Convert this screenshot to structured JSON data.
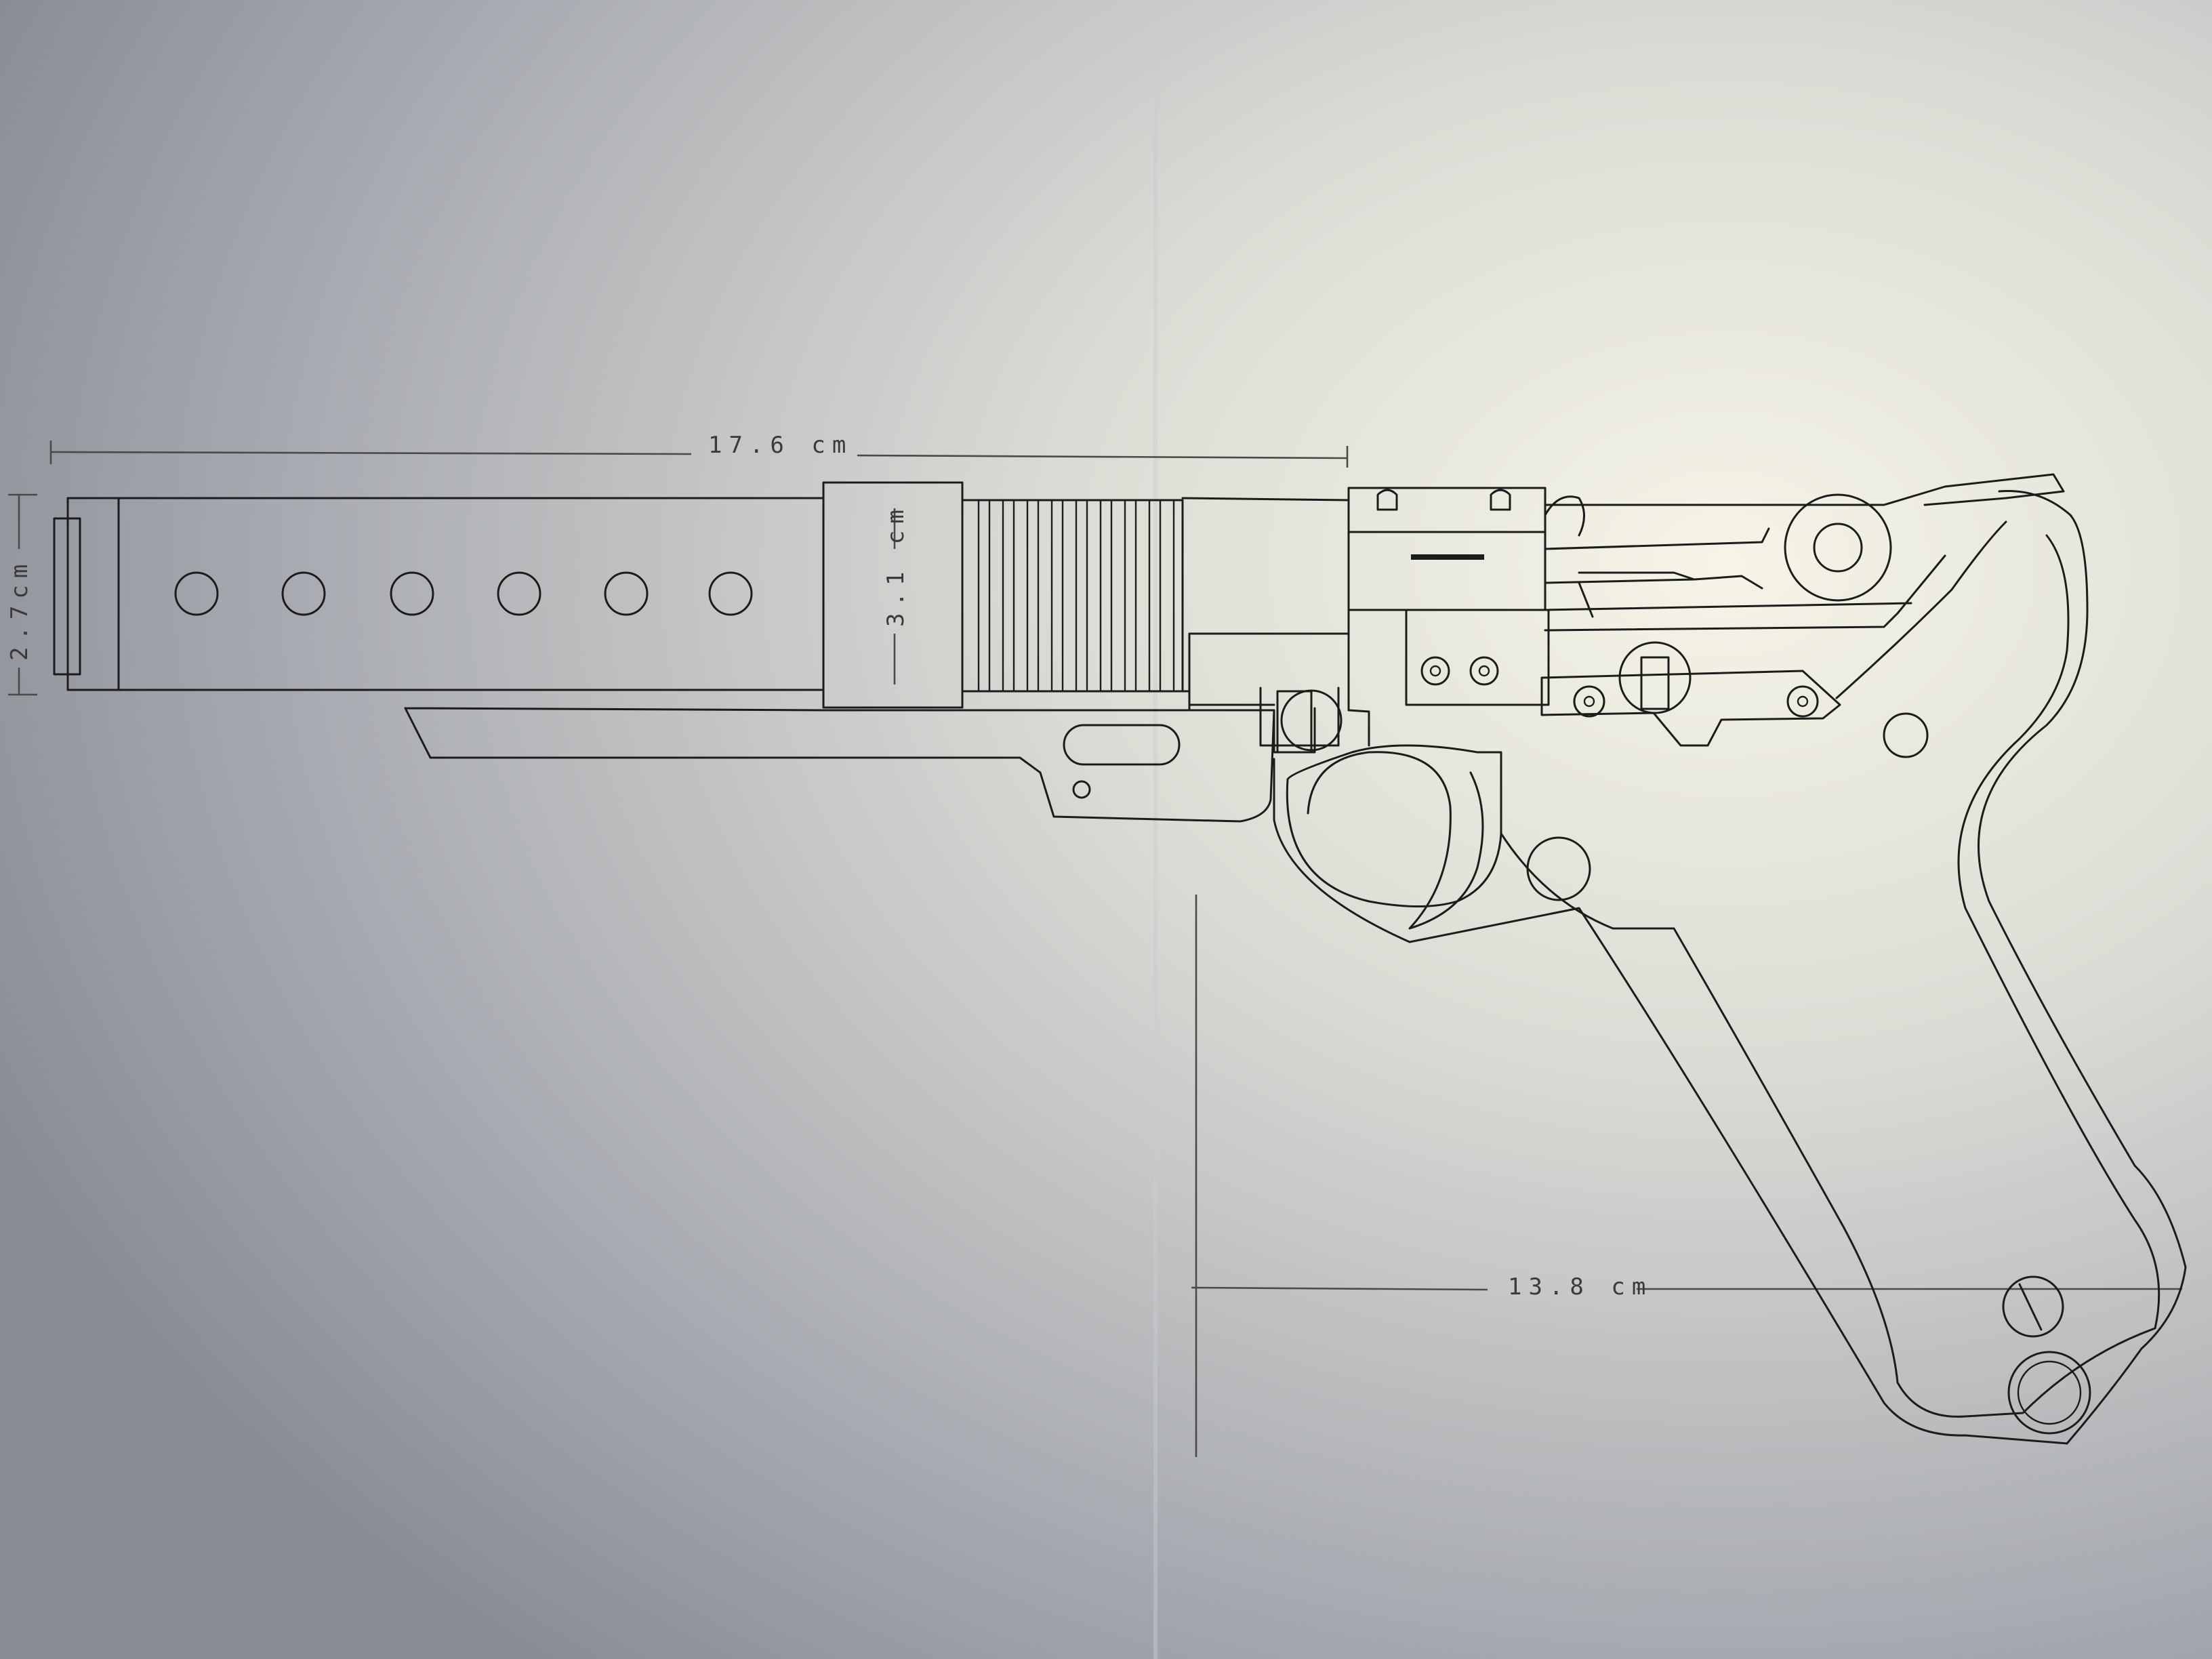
{
  "dimensions": {
    "overall_length": "17.6 cm",
    "muzzle_height": "2.7cm",
    "sleeve_height": "3.1 cm",
    "grip_width": "13.8 cm"
  },
  "colors": {
    "paper_light": "#f4f2e6",
    "paper_shadow": "#7f848c",
    "ink": "#1c1c1c",
    "pencil": "#4a4a4a"
  }
}
